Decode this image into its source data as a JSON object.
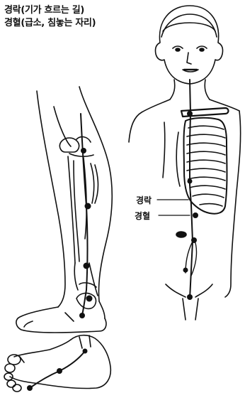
{
  "legend": {
    "line1": "경락(기가 흐르는 길)",
    "line2": "경혈(급소, 침놓는 자리)"
  },
  "callouts": {
    "gyeongrak": "경락",
    "gyeonghyeol": "경혈"
  },
  "colors": {
    "ink": "#111111",
    "background": "#ffffff"
  }
}
